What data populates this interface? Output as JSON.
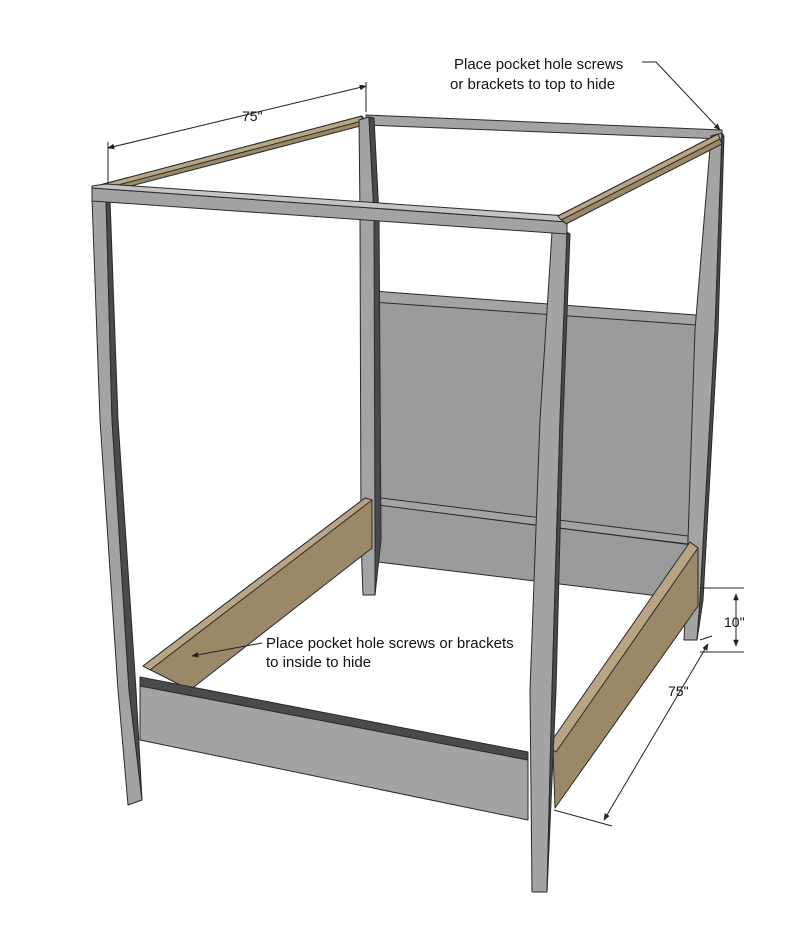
{
  "annotations": {
    "top_note": [
      "Place pocket hole screws",
      "or brackets to top to hide"
    ],
    "inside_note": [
      "Place pocket hole screws or brackets",
      "to inside to hide"
    ]
  },
  "dimensions": {
    "top_rail_length": "75\"",
    "side_rail_length": "75\"",
    "side_rail_height": "10\""
  },
  "colors": {
    "frame_face": "#a3a3a3",
    "frame_light": "#c4c4c4",
    "frame_dark": "#4a4a4a",
    "panel": "#9b9b9b",
    "wood": "#9b8868",
    "wood_light": "#b7a584",
    "outline": "#2a2a2a"
  }
}
